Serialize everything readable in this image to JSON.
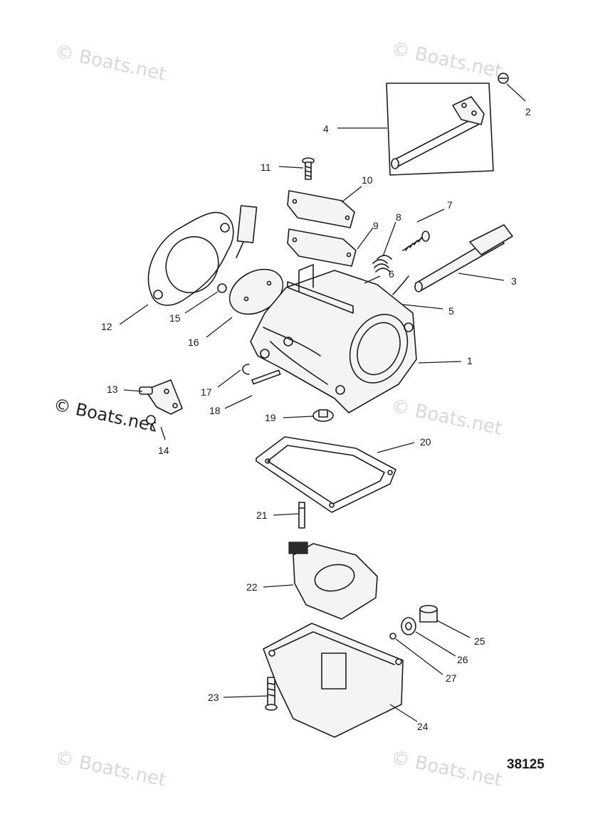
{
  "figure_number": "38125",
  "watermark_text": "© Boats.net",
  "callouts": [
    {
      "id": "1",
      "label": "1"
    },
    {
      "id": "2",
      "label": "2"
    },
    {
      "id": "3",
      "label": "3"
    },
    {
      "id": "4",
      "label": "4"
    },
    {
      "id": "5",
      "label": "5"
    },
    {
      "id": "6",
      "label": "6"
    },
    {
      "id": "7",
      "label": "7"
    },
    {
      "id": "8",
      "label": "8"
    },
    {
      "id": "9",
      "label": "9"
    },
    {
      "id": "10",
      "label": "10"
    },
    {
      "id": "11",
      "label": "11"
    },
    {
      "id": "12",
      "label": "12"
    },
    {
      "id": "13",
      "label": "13"
    },
    {
      "id": "14",
      "label": "14"
    },
    {
      "id": "15",
      "label": "15"
    },
    {
      "id": "16",
      "label": "16"
    },
    {
      "id": "17",
      "label": "17"
    },
    {
      "id": "18",
      "label": "18"
    },
    {
      "id": "19",
      "label": "19"
    },
    {
      "id": "20",
      "label": "20"
    },
    {
      "id": "21",
      "label": "21"
    },
    {
      "id": "22",
      "label": "22"
    },
    {
      "id": "23",
      "label": "23"
    },
    {
      "id": "24",
      "label": "24"
    },
    {
      "id": "25",
      "label": "25"
    },
    {
      "id": "26",
      "label": "26"
    },
    {
      "id": "27",
      "label": "27"
    }
  ]
}
